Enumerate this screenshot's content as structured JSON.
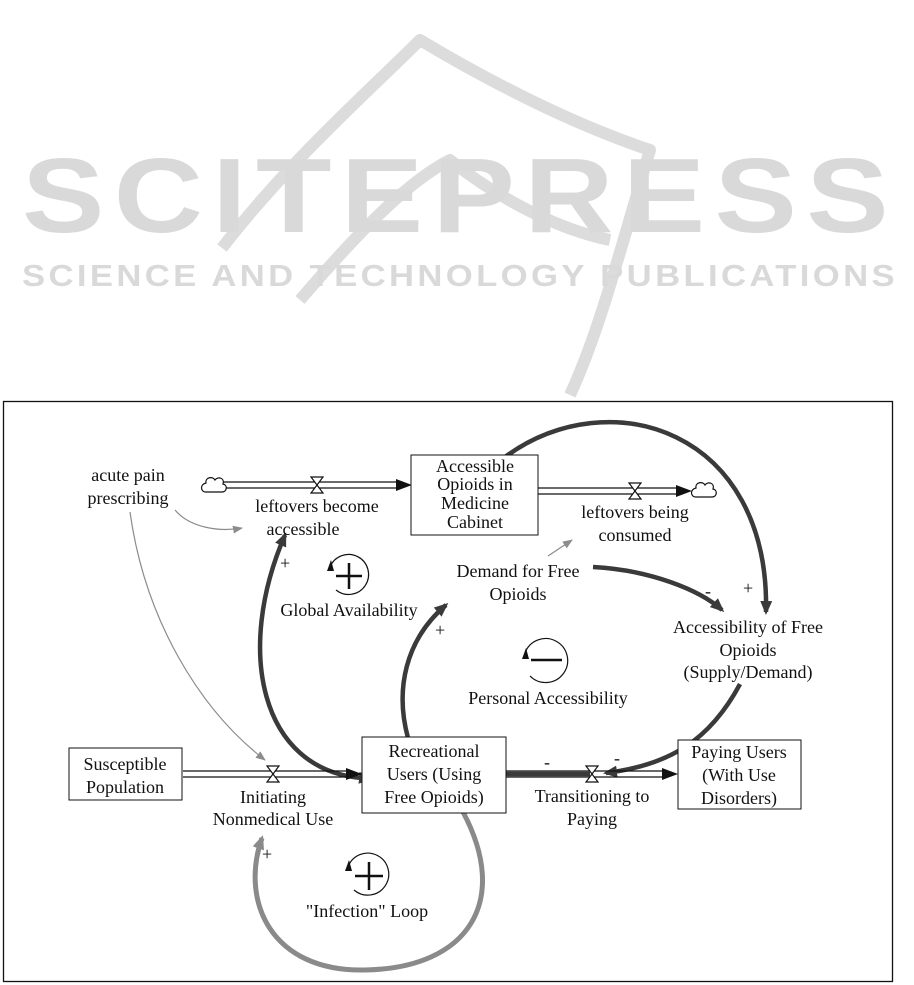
{
  "watermark": {
    "title": "SCITEPRESS",
    "subtitle": "SCIENCE AND TECHNOLOGY PUBLICATIONS"
  },
  "stocks": {
    "accessible_opioids": [
      "Accessible",
      "Opioids in",
      "Medicine",
      "Cabinet"
    ],
    "susceptible_population": [
      "Susceptible",
      "Population"
    ],
    "recreational_users": [
      "Recreational",
      "Users (Using",
      "Free Opioids)"
    ],
    "paying_users": [
      "Paying Users",
      "(With Use",
      "Disorders)"
    ]
  },
  "flows": {
    "leftovers_become_accessible": [
      "leftovers become",
      "accessible"
    ],
    "leftovers_being_consumed": [
      "leftovers being",
      "consumed"
    ],
    "initiating_nonmedical_use": [
      "Initiating",
      "Nonmedical Use"
    ],
    "transitioning_to_paying": [
      "Transitioning to",
      "Paying"
    ]
  },
  "variables": {
    "acute_pain_prescribing": [
      "acute pain",
      "prescribing"
    ],
    "demand_for_free_opioids": [
      "Demand for Free",
      "Opioids"
    ],
    "accessibility_of_free_opioids": [
      "Accessibility of Free",
      "Opioids",
      "(Supply/Demand)"
    ]
  },
  "loops": {
    "global_availability": "Global Availability",
    "personal_accessibility": "Personal Accessibility",
    "infection_loop": "\"Infection\" Loop"
  },
  "polarities": {
    "plus": "+",
    "minus": "-"
  },
  "colors": {
    "ink": "#111111",
    "strong_link": "#3a3a3a",
    "infection_link": "#8a8a8a",
    "thin_link": "#8c8c8c",
    "watermark": "#d9d9d9"
  }
}
